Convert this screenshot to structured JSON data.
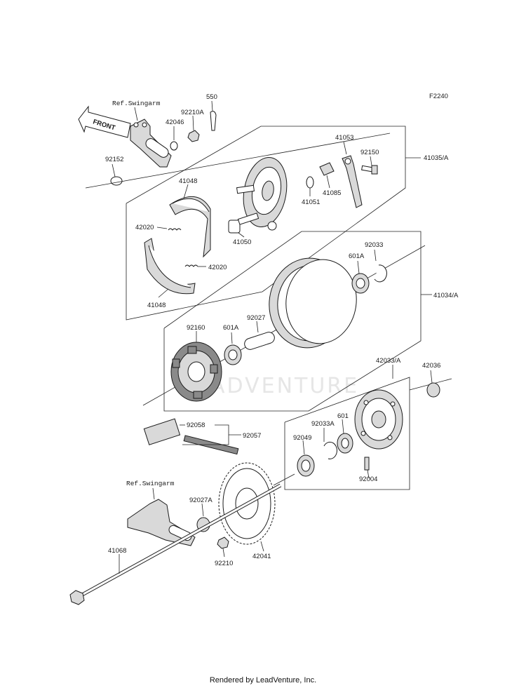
{
  "figure_code": "F2240",
  "watermark": "ADVENTURE",
  "front_marker": "FRONT",
  "references": {
    "swingarm_top": "Ref.Swingarm",
    "swingarm_bottom": "Ref.Swingarm"
  },
  "part_labels": {
    "p550": "550",
    "p92210A": "92210A",
    "p42046": "42046",
    "p92152": "92152",
    "p41053": "41053",
    "p92150": "92150",
    "p41035A": "41035/A",
    "p41048_top": "41048",
    "p42020_top": "42020",
    "p41050": "41050",
    "p41051": "41051",
    "p41085": "41085",
    "p42020_bot": "42020",
    "p41048_bot": "41048",
    "p92033": "92033",
    "p601A_top": "601A",
    "p41034A": "41034/A",
    "p92160": "92160",
    "p601A_mid": "601A",
    "p92027": "92027",
    "p42033A": "42033/A",
    "p42036": "42036",
    "p92058": "92058",
    "p92057": "92057",
    "p92033A": "92033A",
    "p601": "601",
    "p92049": "92049",
    "p92004": "92004",
    "p92027A": "92027A",
    "p41068": "41068",
    "p42041": "42041",
    "p92210": "92210"
  },
  "footer": "Rendered by LeadVenture, Inc."
}
